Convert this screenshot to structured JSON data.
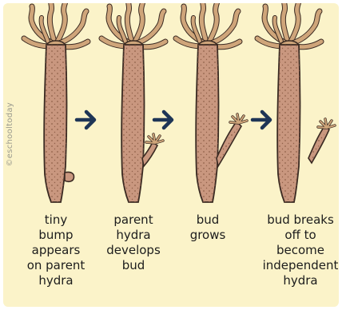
{
  "watermark": "©eschooltoday",
  "stages": [
    {
      "caption": "tiny\nbump\nappears\non parent\nhydra"
    },
    {
      "caption": "parent\nhydra\ndevelops\nbud"
    },
    {
      "caption": "bud\ngrows"
    },
    {
      "caption": "bud breaks\noff to\nbecome\nindependent\nhydra"
    }
  ],
  "colors": {
    "background": "#fbf3c9",
    "hydra_body": "#c9977f",
    "hydra_dots": "#8a5a44",
    "tentacles": "#cfa57a",
    "outline": "#3a2a22",
    "arrow": "#1e3556"
  },
  "icons": [
    "arrow-right-icon",
    "arrow-right-icon",
    "arrow-right-icon"
  ]
}
